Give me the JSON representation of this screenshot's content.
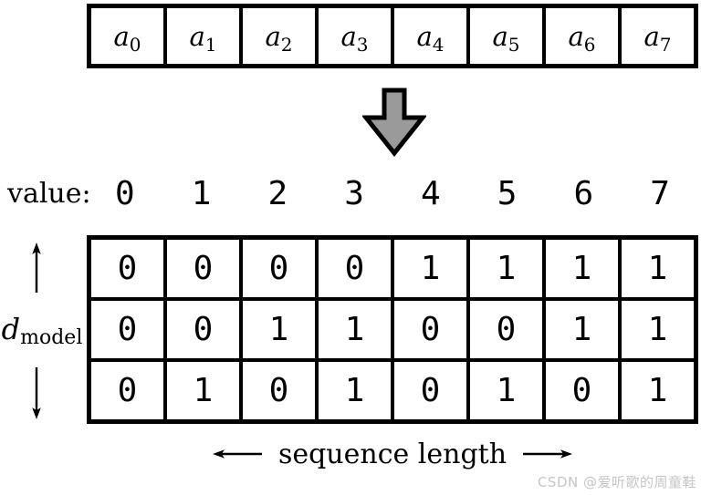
{
  "figure": {
    "background": "#ffffff"
  },
  "top_row": {
    "cells": [
      {
        "base": "a",
        "sub": "0"
      },
      {
        "base": "a",
        "sub": "1"
      },
      {
        "base": "a",
        "sub": "2"
      },
      {
        "base": "a",
        "sub": "3"
      },
      {
        "base": "a",
        "sub": "4"
      },
      {
        "base": "a",
        "sub": "5"
      },
      {
        "base": "a",
        "sub": "6"
      },
      {
        "base": "a",
        "sub": "7"
      }
    ]
  },
  "transform_arrow": {
    "fill": "#9a9a9a",
    "stroke": "#000000"
  },
  "value_row": {
    "label": "value:",
    "values": [
      "0",
      "1",
      "2",
      "3",
      "4",
      "5",
      "6",
      "7"
    ]
  },
  "matrix": {
    "rows": [
      [
        "0",
        "0",
        "0",
        "0",
        "1",
        "1",
        "1",
        "1"
      ],
      [
        "0",
        "0",
        "1",
        "1",
        "0",
        "0",
        "1",
        "1"
      ],
      [
        "0",
        "1",
        "0",
        "1",
        "0",
        "1",
        "0",
        "1"
      ]
    ]
  },
  "left_axis": {
    "label_base": "d",
    "label_sub": "model"
  },
  "bottom_axis": {
    "label": "sequence length"
  },
  "watermark": {
    "text": "CSDN @爱听歌的周童鞋",
    "color": "#c6c6c6"
  }
}
